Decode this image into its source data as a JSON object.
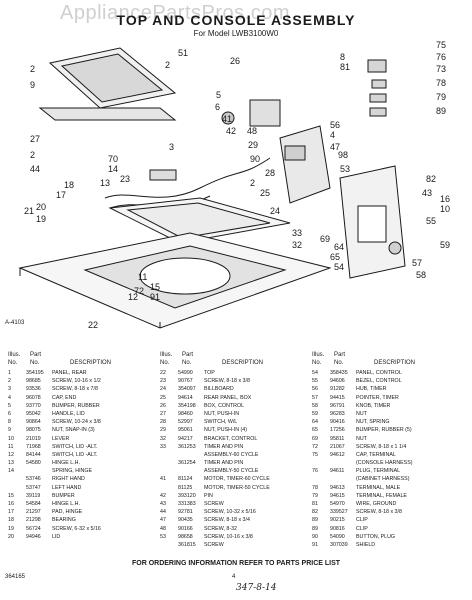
{
  "watermark": "AppliancePartsPros.com",
  "title": "TOP AND CONSOLE ASSEMBLY",
  "subtitle": "For Model LWB3100W0",
  "diagram_ref": "A-4103",
  "callouts": [
    "51",
    "2",
    "26",
    "8",
    "81",
    "76",
    "2",
    "9",
    "73",
    "78",
    "79",
    "89",
    "5",
    "6",
    "41",
    "42",
    "56",
    "27",
    "2",
    "4",
    "47",
    "48",
    "44",
    "3",
    "29",
    "98",
    "70",
    "14",
    "13",
    "90",
    "23",
    "2",
    "53",
    "82",
    "43",
    "18",
    "17",
    "28",
    "20",
    "25",
    "19",
    "21",
    "10",
    "16",
    "12",
    "24",
    "69",
    "65",
    "55",
    "33",
    "32",
    "54",
    "57",
    "58",
    "15",
    "22",
    "11",
    "72",
    "91",
    "64",
    "59",
    "75"
  ],
  "parts_headers": {
    "illus": "Illus.",
    "part": "Part",
    "no": "No.",
    "partno": "No.",
    "description": "DESCRIPTION"
  },
  "parts": [
    [
      {
        "n": "1",
        "p": "354195",
        "d": "PANEL, REAR"
      },
      {
        "n": "2",
        "p": "98685",
        "d": "SCREW, 10-16 x 1/2"
      },
      {
        "n": "3",
        "p": "93536",
        "d": "SCREW, 8-18 x 7/8"
      },
      {
        "n": "4",
        "p": "96078",
        "d": "CAP, END"
      },
      {
        "n": "5",
        "p": "93770",
        "d": "BUMPER, RUBBER"
      },
      {
        "n": "6",
        "p": "95042",
        "d": "HANDLE, LID"
      },
      {
        "n": "8",
        "p": "90864",
        "d": "SCREW, 10-24 x 3/8"
      },
      {
        "n": "9",
        "p": "98075",
        "d": "NUT, SNAP-IN (3)"
      },
      {
        "n": "10",
        "p": "21019",
        "d": "LEVER"
      },
      {
        "n": "11",
        "p": "71968",
        "d": "SWITCH, LID -ALT."
      },
      {
        "n": "12",
        "p": "84144",
        "d": "SWITCH, LID -ALT."
      },
      {
        "n": "13",
        "p": "54580",
        "d": "HINGE L.H."
      },
      {
        "n": "14",
        "p": "",
        "d": "SPRING, HINGE"
      },
      {
        "n": "",
        "p": "53746",
        "d": "RIGHT HAND"
      },
      {
        "n": "",
        "p": "53747",
        "d": "LEFT HAND"
      },
      {
        "n": "15",
        "p": "39119",
        "d": "BUMPER"
      },
      {
        "n": "16",
        "p": "54584",
        "d": "HINGE L.H."
      },
      {
        "n": "17",
        "p": "21297",
        "d": "PAD, HINGE"
      },
      {
        "n": "18",
        "p": "21298",
        "d": "BEARING"
      },
      {
        "n": "19",
        "p": "56724",
        "d": "SCREW, 6-32 x 5/16"
      },
      {
        "n": "20",
        "p": "94946",
        "d": "LID"
      }
    ],
    [
      {
        "n": "22",
        "p": "54990",
        "d": "TOP"
      },
      {
        "n": "23",
        "p": "90767",
        "d": "SCREW, 8-18 x 3/8"
      },
      {
        "n": "24",
        "p": "354097",
        "d": "BILLBOARD"
      },
      {
        "n": "25",
        "p": "94614",
        "d": "REAR PANEL, BOX"
      },
      {
        "n": "26",
        "p": "354198",
        "d": "BOX, CONTROL"
      },
      {
        "n": "27",
        "p": "98460",
        "d": "NUT, PUSH-IN"
      },
      {
        "n": "28",
        "p": "52997",
        "d": "SWITCH, W/L"
      },
      {
        "n": "29",
        "p": "95061",
        "d": "NUT, PUSH-IN (4)"
      },
      {
        "n": "32",
        "p": "94217",
        "d": "BRACKET, CONTROL"
      },
      {
        "n": "33",
        "p": "361253",
        "d": "TIMER AND PIN"
      },
      {
        "n": "",
        "p": "",
        "d": "ASSEMBLY-60 CYCLE"
      },
      {
        "n": "",
        "p": "361254",
        "d": "TIMER AND PIN"
      },
      {
        "n": "",
        "p": "",
        "d": "ASSEMBLY-50 CYCLE"
      },
      {
        "n": "41",
        "p": "81124",
        "d": "MOTOR, TIMER-60 CYCLE"
      },
      {
        "n": "",
        "p": "81125",
        "d": "MOTOR, TIMER-50 CYCLE"
      },
      {
        "n": "42",
        "p": "393120",
        "d": "PIN"
      },
      {
        "n": "43",
        "p": "331383",
        "d": "SCREW"
      },
      {
        "n": "44",
        "p": "92781",
        "d": "SCREW, 10-32 x 5/16"
      },
      {
        "n": "47",
        "p": "90435",
        "d": "SCREW, 8-18 x 3/4"
      },
      {
        "n": "48",
        "p": "90166",
        "d": "SCREW, 8-32"
      },
      {
        "n": "53",
        "p": "98658",
        "d": "SCREW, 10-16 x 3/8"
      },
      {
        "n": "",
        "p": "361815",
        "d": "SCREW"
      }
    ],
    [
      {
        "n": "54",
        "p": "358435",
        "d": "PANEL, CONTROL"
      },
      {
        "n": "55",
        "p": "94606",
        "d": "BEZEL, CONTROL"
      },
      {
        "n": "56",
        "p": "91282",
        "d": "HUB, TIMER"
      },
      {
        "n": "57",
        "p": "94415",
        "d": "POINTER, TIMER"
      },
      {
        "n": "58",
        "p": "96791",
        "d": "KNOB, TIMER"
      },
      {
        "n": "59",
        "p": "96283",
        "d": "NUT"
      },
      {
        "n": "64",
        "p": "90416",
        "d": "NUT, SPRING"
      },
      {
        "n": "65",
        "p": "17256",
        "d": "BUMPER, RUBBER (5)"
      },
      {
        "n": "69",
        "p": "95811",
        "d": "NUT"
      },
      {
        "n": "72",
        "p": "21067",
        "d": "SCREW, 8-18 x 1 1/4"
      },
      {
        "n": "75",
        "p": "94612",
        "d": "CAP, TERMINAL"
      },
      {
        "n": "",
        "p": "",
        "d": "(CONSOLE HARNESS)"
      },
      {
        "n": "76",
        "p": "94611",
        "d": "PLUG, TERMINAL"
      },
      {
        "n": "",
        "p": "",
        "d": "(CABINET HARNESS)"
      },
      {
        "n": "78",
        "p": "94613",
        "d": "TERMINAL, MALE"
      },
      {
        "n": "79",
        "p": "94615",
        "d": "TERMINAL, FEMALE"
      },
      {
        "n": "81",
        "p": "54970",
        "d": "WIRE, GROUND"
      },
      {
        "n": "82",
        "p": "339527",
        "d": "SCREW, 8-18 x 3/8"
      },
      {
        "n": "89",
        "p": "90215",
        "d": "CLIP"
      },
      {
        "n": "89",
        "p": "90816",
        "d": "CLIP"
      },
      {
        "n": "90",
        "p": "54090",
        "d": "BUTTON, PLUG"
      },
      {
        "n": "91",
        "p": "307039",
        "d": "SHIELD"
      }
    ]
  ],
  "footer_note": "FOR ORDERING INFORMATION REFER TO PARTS PRICE LIST",
  "page_number": "4",
  "doc_code": "364165",
  "handwritten": "347-8-14"
}
